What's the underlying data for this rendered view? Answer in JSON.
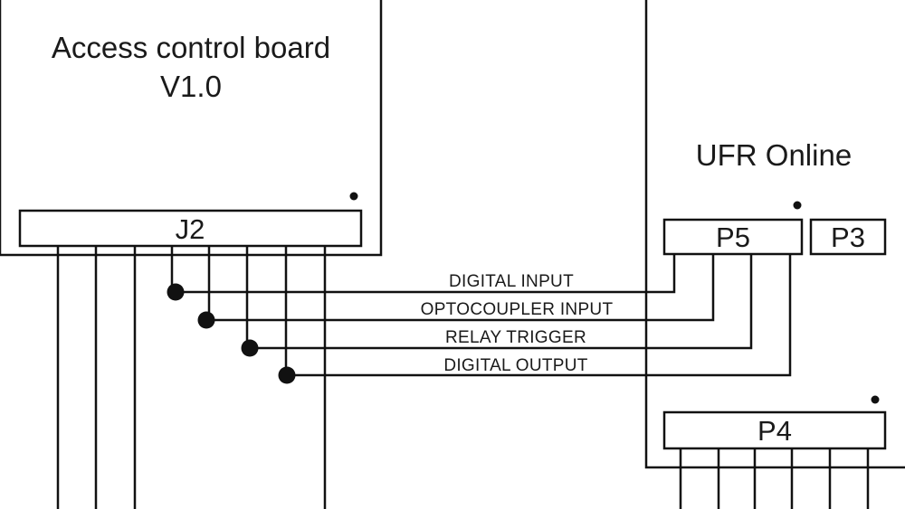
{
  "left_board": {
    "title_line1": "Access control board",
    "title_line2": "V1.0",
    "connector": "J2"
  },
  "right_board": {
    "title": "UFR Online",
    "connector_p5": "P5",
    "connector_p3": "P3",
    "connector_p4": "P4"
  },
  "signals": [
    {
      "label": "DIGITAL INPUT"
    },
    {
      "label": "OPTOCOUPLER INPUT"
    },
    {
      "label": "RELAY TRIGGER"
    },
    {
      "label": "DIGITAL OUTPUT"
    }
  ],
  "colors": {
    "line": "#111111",
    "background": "#ffffff"
  }
}
